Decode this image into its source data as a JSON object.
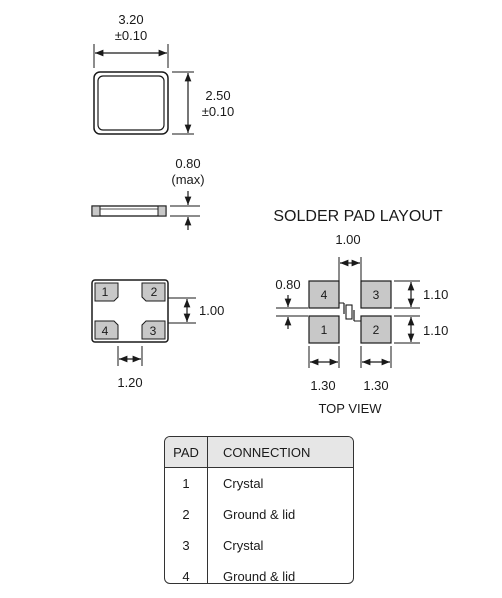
{
  "dimensions": {
    "width_label": "3.20",
    "width_tol": "±0.10",
    "height_label": "2.50",
    "height_tol": "±0.10",
    "thickness_label": "0.80",
    "thickness_note": "(max)",
    "bottom_pitch": "1.00",
    "bottom_pad_width": "1.20"
  },
  "bottom_pads": [
    "1",
    "2",
    "4",
    "3"
  ],
  "solder_layout": {
    "title": "SOLDER PAD LAYOUT",
    "gap": "1.00",
    "pad_gap_v": "0.80",
    "pad_height_top": "1.10",
    "pad_height_bottom": "1.10",
    "pad_width_left": "1.30",
    "pad_width_right": "1.30",
    "view_label": "TOP VIEW",
    "pads": [
      "4",
      "3",
      "1",
      "2"
    ]
  },
  "table": {
    "headers": [
      "PAD",
      "CONNECTION"
    ],
    "rows": [
      {
        "pad": "1",
        "connection": "Crystal"
      },
      {
        "pad": "2",
        "connection": "Ground & lid"
      },
      {
        "pad": "3",
        "connection": "Crystal"
      },
      {
        "pad": "4",
        "connection": "Ground & lid"
      }
    ]
  },
  "colors": {
    "pad_fill": "#c8c8c8",
    "line": "#1a1a1a",
    "header_bg": "#e6e6e6"
  }
}
